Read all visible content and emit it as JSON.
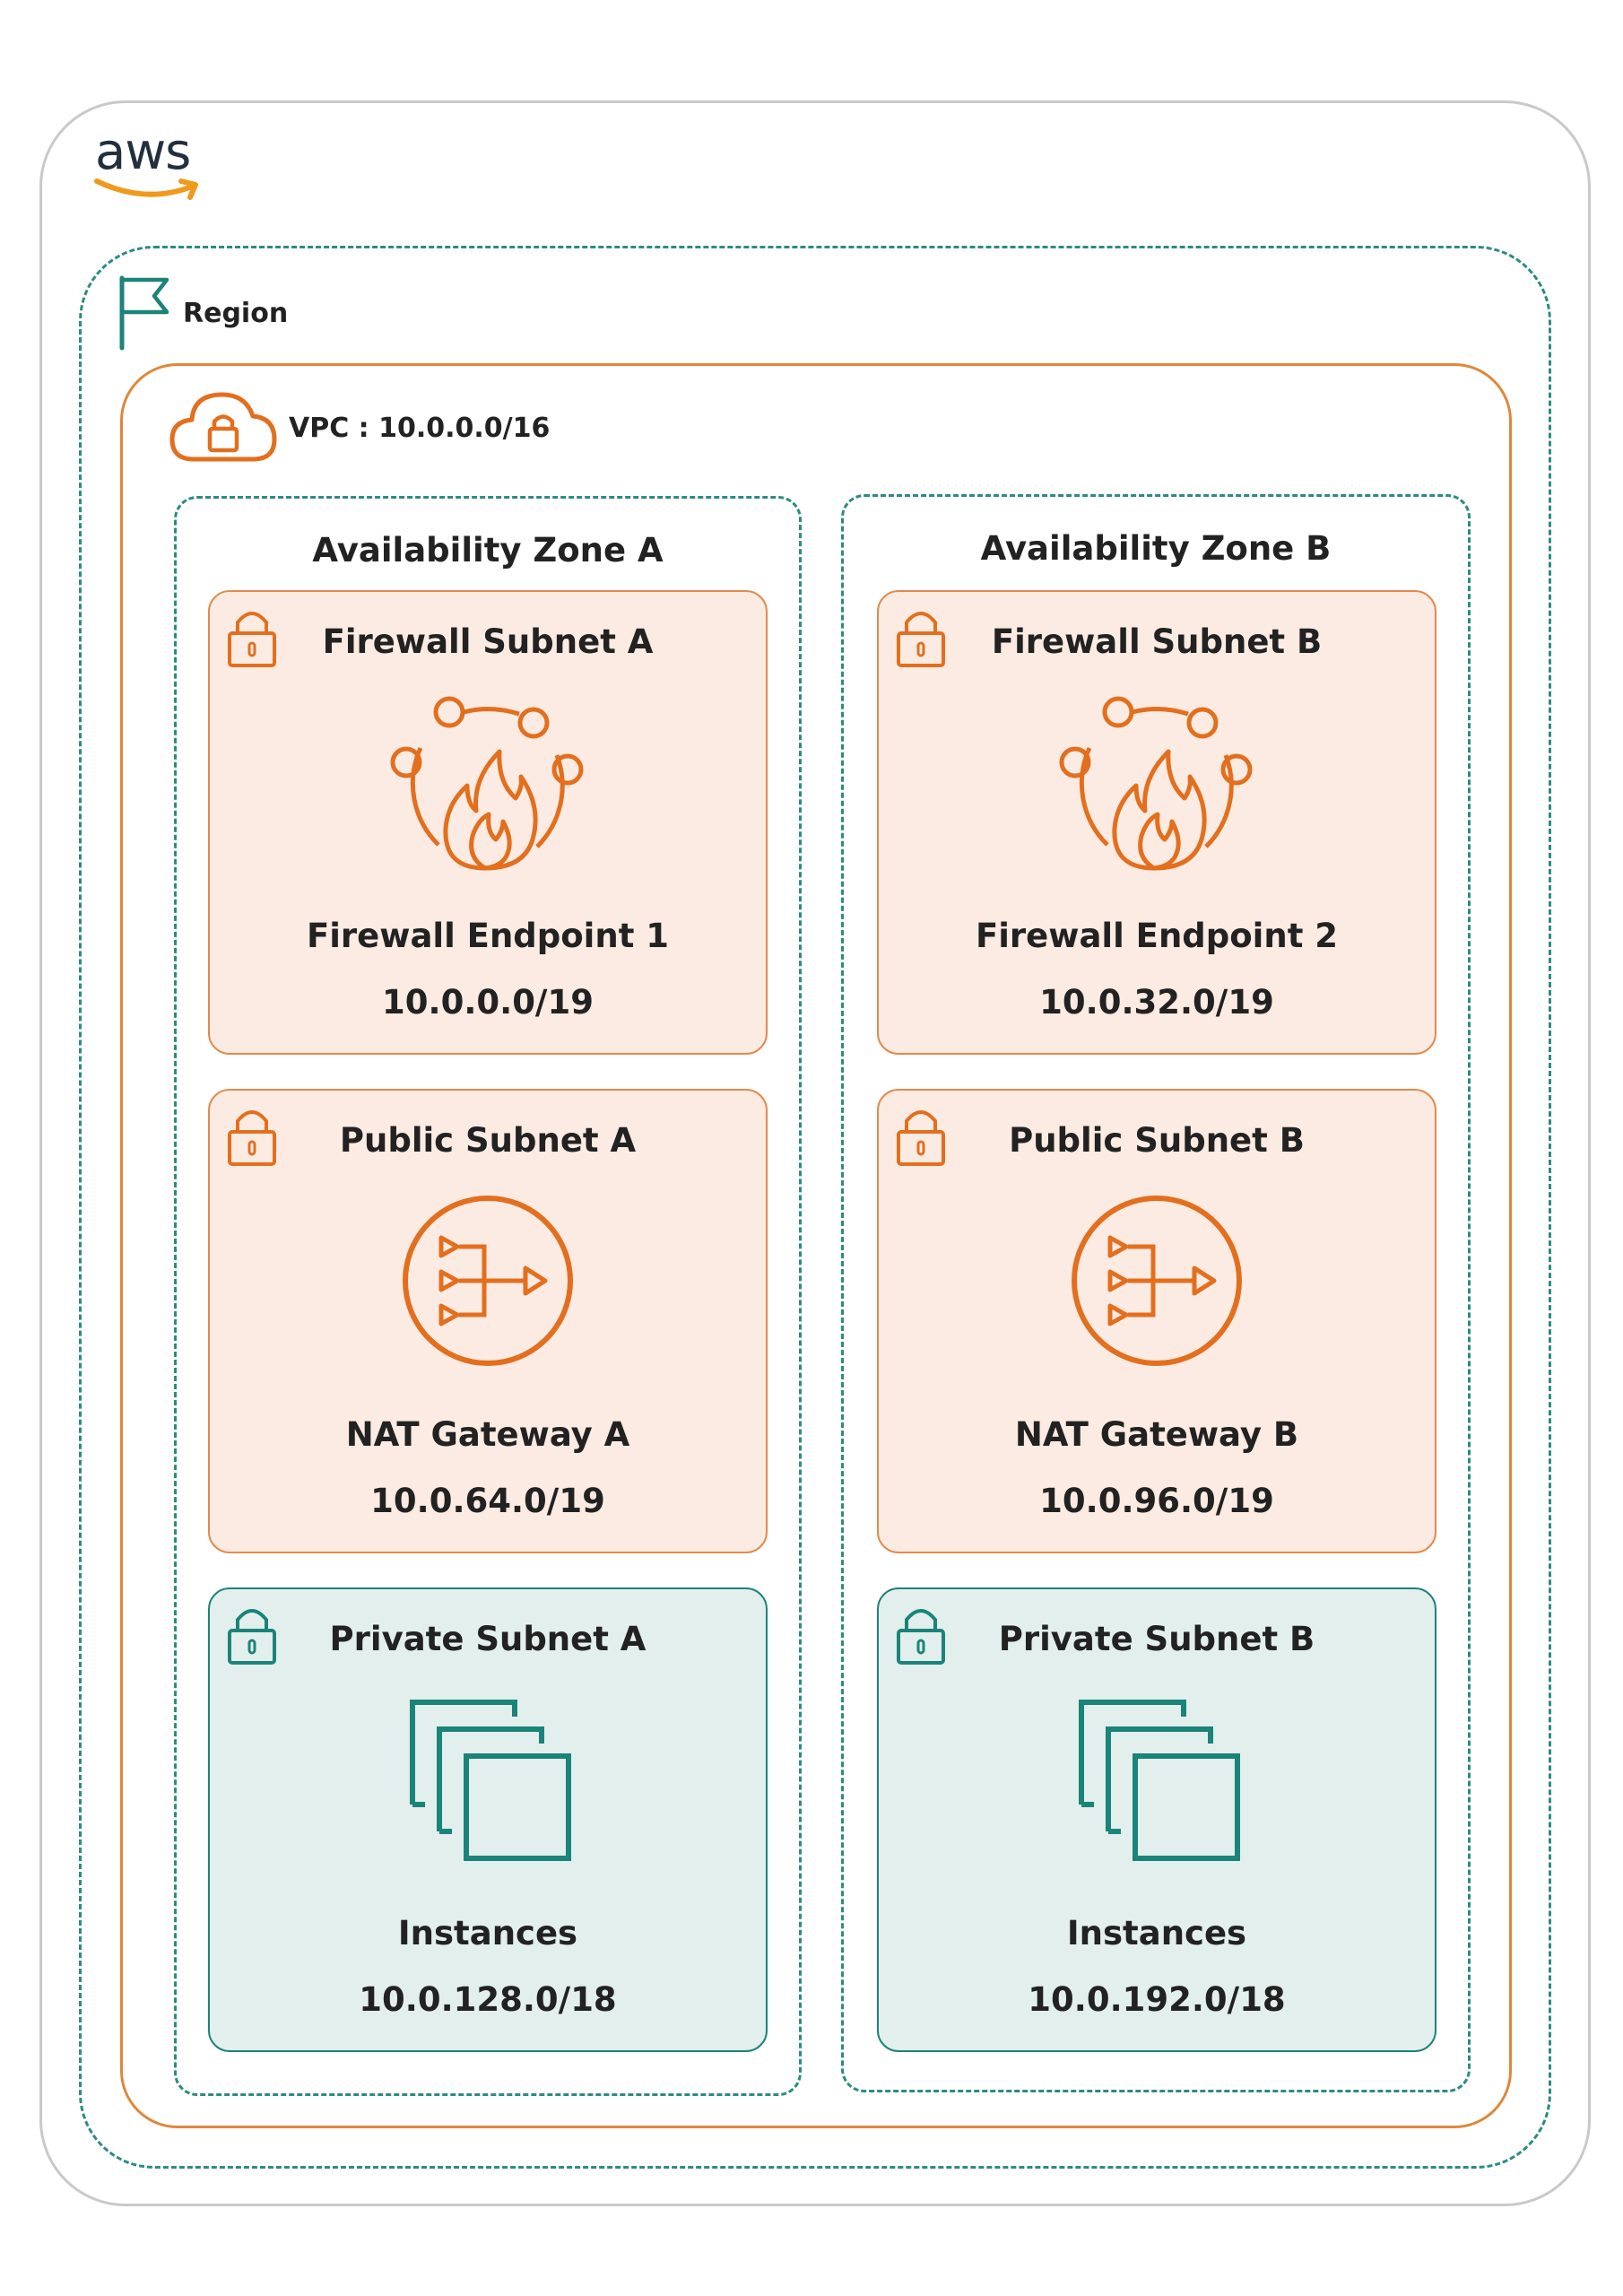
{
  "brand": {
    "logo_text": "aws",
    "logo_color": "#232f3e",
    "smile_color": "#f09a1d"
  },
  "colors": {
    "region_border": "#2c8b82",
    "vpc_border": "#e0873a",
    "public_fill": "#fcebe2",
    "public_border": "#e38a4d",
    "private_fill": "#e3efed",
    "private_border": "#1a8479",
    "icon_orange": "#e36f1e",
    "icon_teal": "#1a8479"
  },
  "region": {
    "label": "Region",
    "icon": "flag-icon"
  },
  "vpc": {
    "label": "VPC : 10.0.0.0/16",
    "icon": "vpc-cloud-lock-icon"
  },
  "zones": [
    {
      "title": "Availability Zone A",
      "subnets": [
        {
          "title": "Firewall Subnet A",
          "resource": "Firewall Endpoint 1",
          "cidr": "10.0.0.0/19",
          "icon": "network-firewall-icon"
        },
        {
          "title": "Public Subnet A",
          "resource": "NAT Gateway A",
          "cidr": "10.0.64.0/19",
          "icon": "nat-gateway-icon"
        },
        {
          "title": "Private Subnet A",
          "resource": "Instances",
          "cidr": "10.0.128.0/18",
          "icon": "instances-icon"
        }
      ]
    },
    {
      "title": "Availability Zone B",
      "subnets": [
        {
          "title": "Firewall Subnet B",
          "resource": "Firewall Endpoint 2",
          "cidr": "10.0.32.0/19",
          "icon": "network-firewall-icon"
        },
        {
          "title": "Public Subnet B",
          "resource": "NAT Gateway B",
          "cidr": "10.0.96.0/19",
          "icon": "nat-gateway-icon"
        },
        {
          "title": "Private Subnet B",
          "resource": "Instances",
          "cidr": "10.0.192.0/18",
          "icon": "instances-icon"
        }
      ]
    }
  ]
}
